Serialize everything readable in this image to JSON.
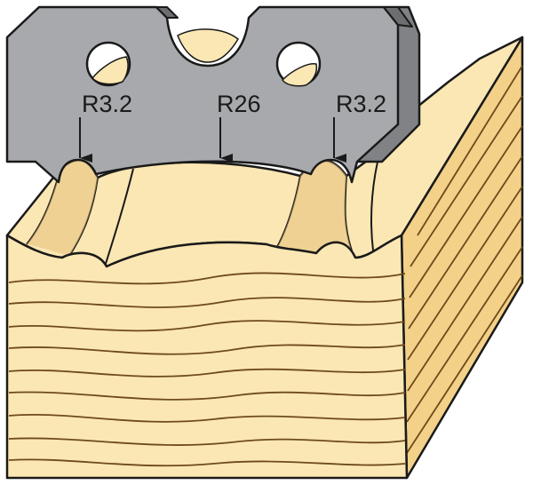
{
  "labels": {
    "radius_left": "R3.2",
    "radius_center": "R26",
    "radius_right": "R3.2"
  },
  "colors": {
    "knife_face": "#a7a9ac",
    "knife_edge": "#808285",
    "knife_bevel": "#6d6e71",
    "wood_light": "#fbe7b3",
    "wood_mid": "#f3d189",
    "wood_shadow": "#dcb46a",
    "grain": "#6e4a1c",
    "outline": "#1a1a1a"
  }
}
